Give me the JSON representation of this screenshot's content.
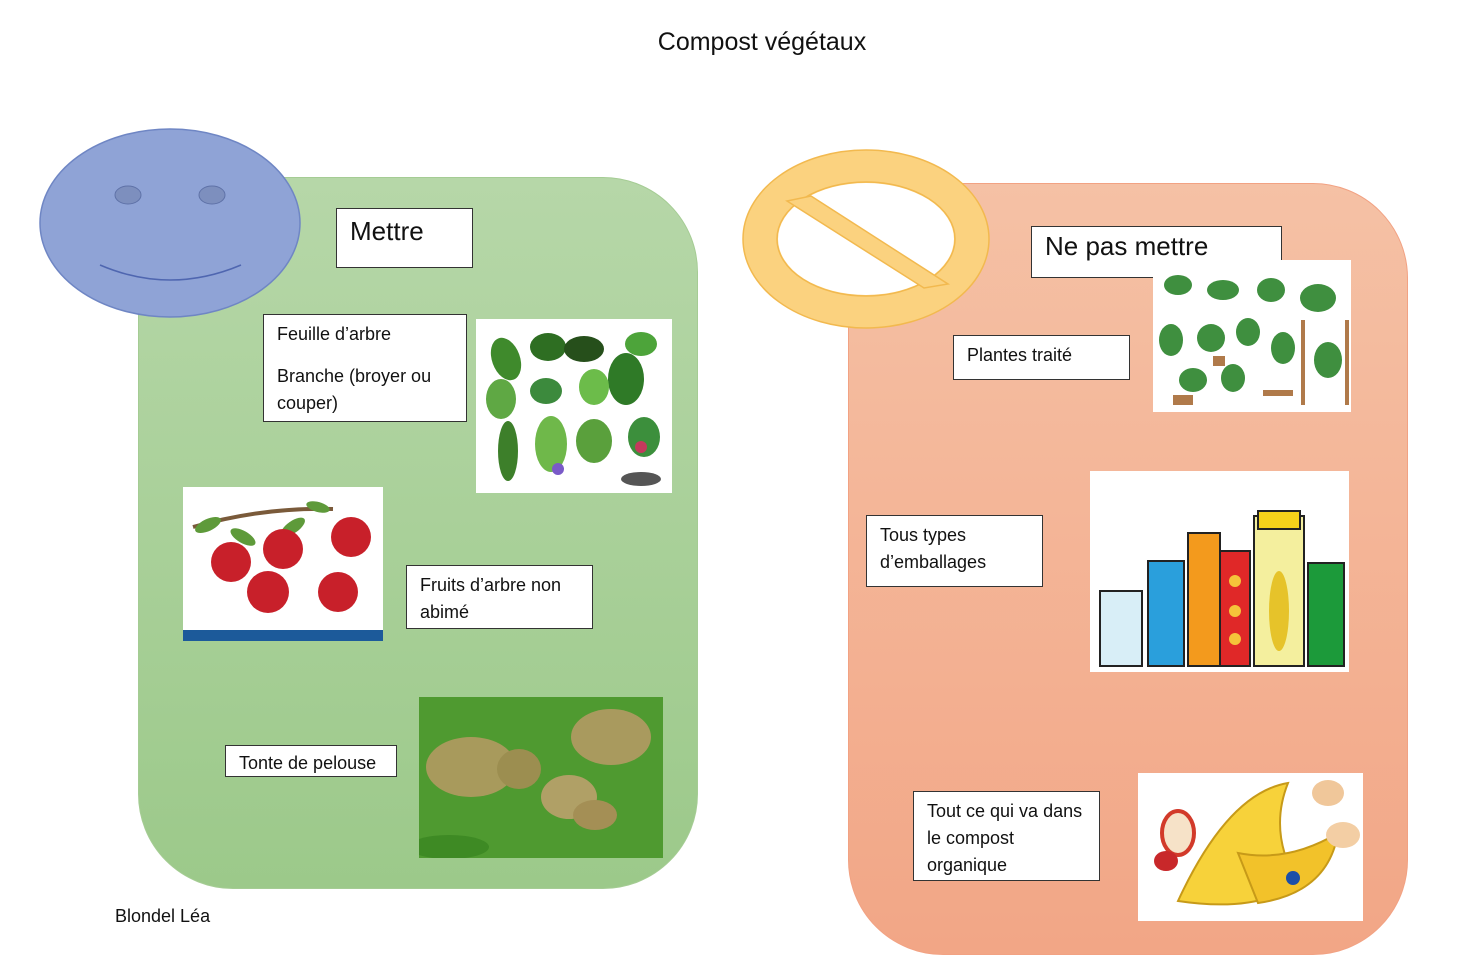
{
  "title": "Compost végétaux",
  "author": "Blondel Léa",
  "colors": {
    "yes_panel": "#a9d18e",
    "no_panel": "#f4b193",
    "smiley": "#8fa3d6",
    "no_sign": "#fbd27f"
  },
  "mettre": {
    "heading": "Mettre",
    "items": {
      "feuille": "Feuille d’arbre",
      "branche": "Branche (broyer ou couper)",
      "fruits": "Fruits d’arbre non abimé",
      "tonte": "Tonte de pelouse"
    }
  },
  "ne_pas_mettre": {
    "heading": "Ne pas mettre",
    "items": {
      "plantes": "Plantes traité",
      "emballages": "Tous types d’emballages",
      "organique": "Tout ce qui va dans le compost organique"
    }
  },
  "icons": {
    "smiley": "smiley-face-icon",
    "no_sign": "prohibited-sign-icon"
  }
}
